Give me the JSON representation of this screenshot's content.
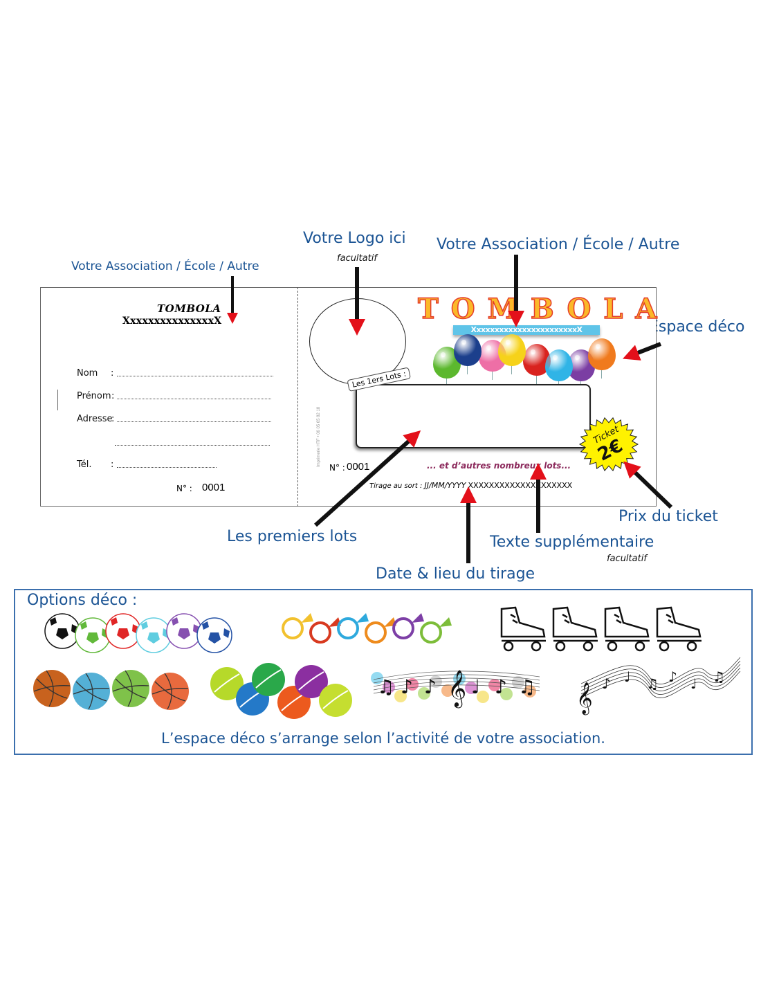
{
  "callouts": {
    "stub_association": "Votre Association / École / Autre",
    "logo": "Votre Logo ici",
    "logo_note": "facultatif",
    "association": "Votre Association / École / Autre",
    "deco_space": "Espace déco",
    "first_prizes": "Les premiers lots",
    "draw_info": "Date & lieu du tirage",
    "extra_text": "Texte supplémentaire",
    "extra_text_note": "facultatif",
    "ticket_price": "Prix du ticket"
  },
  "stub": {
    "title": "TOMBOLA",
    "association_placeholder": "XxxxxxxxxxxxxxxX",
    "fields": [
      {
        "label": "Nom",
        "sep": ":"
      },
      {
        "label": "Prénom",
        "sep": ":"
      },
      {
        "label": "Adresse",
        "sep": ":"
      },
      {
        "label": "",
        "sep": ""
      },
      {
        "label": "Tél.",
        "sep": ":"
      }
    ],
    "number_label": "N° :",
    "number_value": "0001"
  },
  "ticket": {
    "imprint": "Imprimerie HTF • 06 05 65 82 18",
    "title": "TOMBOLA",
    "association_banner": "XxxxxxxxxxxxxxxxxxxxxxxX",
    "prizes_tag": "Les 1ers Lots :",
    "number_label": "N° :",
    "number_value": "0001",
    "extra_text": "... et d’autres nombreux lots...",
    "draw_label": "Tirage au sort :",
    "draw_date": "JJ/MM/YYYY",
    "draw_place": "XXXXXXXXXXXXXXXXXXXX",
    "price_word": "Ticket",
    "price_value": "2€",
    "balloon_colors": [
      "#5cb82e",
      "#1c3f8c",
      "#ee6fa6",
      "#f6d21a",
      "#d9231f",
      "#30b4e6",
      "#7b3ea3",
      "#f07a1d"
    ]
  },
  "options": {
    "title": "Options déco :",
    "themes": [
      {
        "name": "Ballons de football",
        "colors": [
          "#111111",
          "#62b93b",
          "#e02525",
          "#5fcde0",
          "#8650b0",
          "#2452a5"
        ]
      },
      {
        "name": "Cors de chasse",
        "colors": [
          "#f2c12e",
          "#d83a20",
          "#2ea9dd",
          "#ee8b1d",
          "#7d3fa6",
          "#7dbd3a"
        ]
      },
      {
        "name": "Patins à roulettes",
        "count": 4
      },
      {
        "name": "Ballons de basket",
        "colors": [
          "#c8621e",
          "#54b0d6",
          "#7fc24a",
          "#e86a3e"
        ]
      },
      {
        "name": "Balles de tennis",
        "colors": [
          "#b6d92a",
          "#2479c8",
          "#2aa84a",
          "#ec5a1e",
          "#8b2fa0",
          "#c5de30"
        ]
      },
      {
        "name": "Notes de musique colorées"
      },
      {
        "name": "Portée musicale"
      }
    ],
    "footer": "L’espace déco s’arrange selon l’activité de votre association."
  },
  "colors": {
    "callout_blue": "#1b5494",
    "arrow_red": "#e3101a",
    "tombola_fill": "#fbb829",
    "tombola_stroke": "#e43c2a",
    "banner_blue": "#5fc4e8",
    "extra_text": "#8c2a5c",
    "price_badge": "#fff200"
  }
}
